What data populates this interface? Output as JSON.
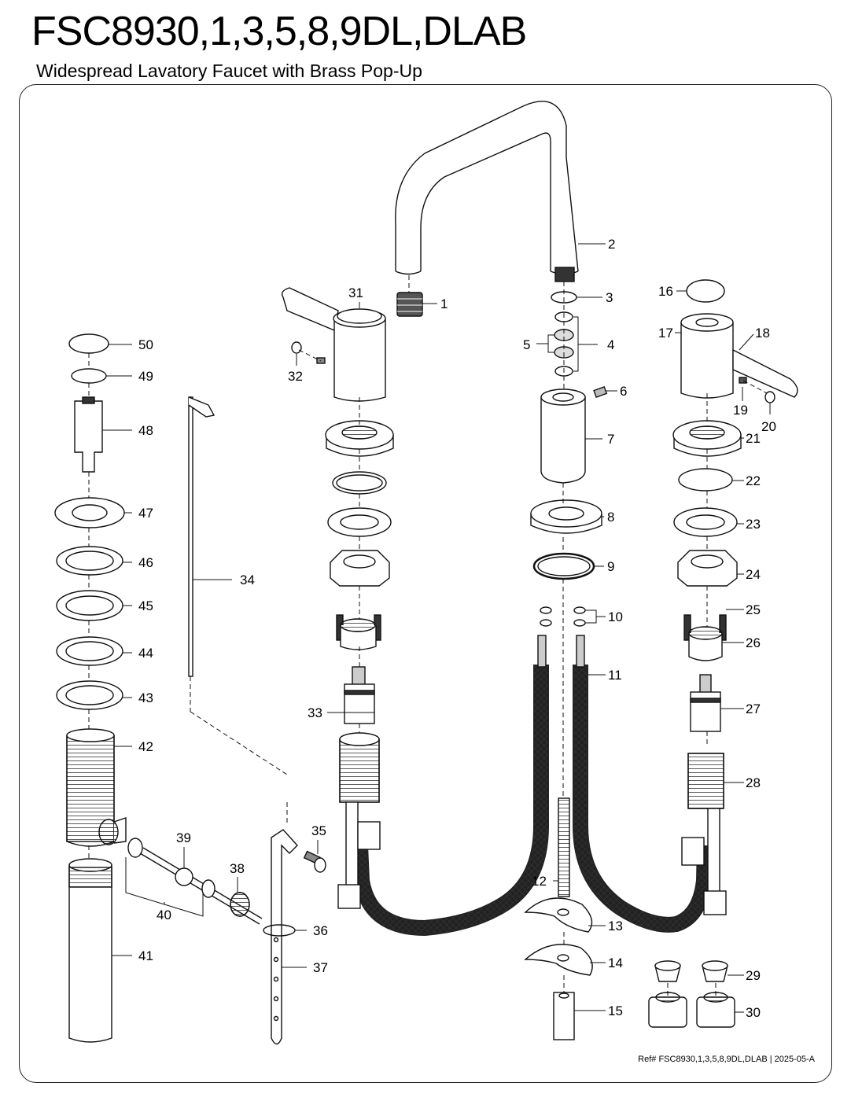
{
  "title": "FSC8930,1,3,5,8,9DL,DLAB",
  "subtitle": "Widespread Lavatory Faucet with Brass Pop-Up",
  "footer": "Ref# FSC8930,1,3,5,8,9DL,DLAB | 2025-05-A",
  "callouts": {
    "c1": "1",
    "c2": "2",
    "c3": "3",
    "c4": "4",
    "c5": "5",
    "c6": "6",
    "c7": "7",
    "c8": "8",
    "c9": "9",
    "c10": "10",
    "c11": "11",
    "c12": "12",
    "c13": "13",
    "c14": "14",
    "c15": "15",
    "c16": "16",
    "c17": "17",
    "c18": "18",
    "c19": "19",
    "c20": "20",
    "c21": "21",
    "c22": "22",
    "c23": "23",
    "c24": "24",
    "c25": "25",
    "c26": "26",
    "c27": "27",
    "c28": "28",
    "c29": "29",
    "c30": "30",
    "c31": "31",
    "c32": "32",
    "c33": "33",
    "c34": "34",
    "c35": "35",
    "c36": "36",
    "c37": "37",
    "c38": "38",
    "c39": "39",
    "c40": "40",
    "c41": "41",
    "c42": "42",
    "c43": "43",
    "c44": "44",
    "c45": "45",
    "c46": "46",
    "c47": "47",
    "c48": "48",
    "c49": "49",
    "c50": "50"
  }
}
